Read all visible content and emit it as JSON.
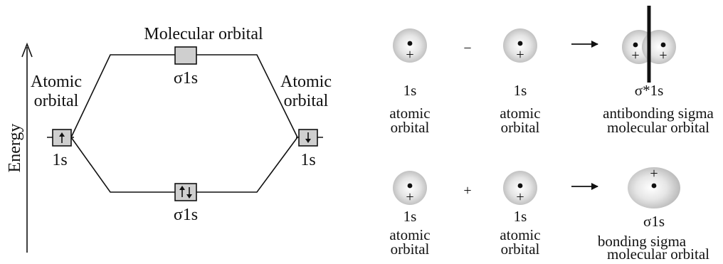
{
  "energy_diagram": {
    "axis_label": "Energy",
    "title": "Molecular orbital",
    "left_label_line1": "Atomic",
    "left_label_line2": "orbital",
    "right_label_line1": "Atomic",
    "right_label_line2": "orbital",
    "antibonding_label": "σ1s",
    "bonding_label": "σ1s",
    "left_ao_label": "1s",
    "right_ao_label": "1s"
  },
  "formation": {
    "antibonding_row": {
      "operator": "−",
      "left_orbital": {
        "name": "1s",
        "line1": "atomic",
        "line2": "orbital",
        "charge": "+"
      },
      "right_orbital": {
        "name": "1s",
        "line1": "atomic",
        "line2": "orbital",
        "charge": "+"
      },
      "result": {
        "name": "σ*1s",
        "line1": "antibonding sigma",
        "line2": "molecular orbital",
        "charge": "+"
      }
    },
    "bonding_row": {
      "operator": "+",
      "left_orbital": {
        "name": "1s",
        "line1": "atomic",
        "line2": "orbital",
        "charge": "+"
      },
      "right_orbital": {
        "name": "1s",
        "line1": "atomic",
        "line2": "orbital",
        "charge": "+"
      },
      "result": {
        "name": "σ1s",
        "line1": "bonding sigma",
        "line2": "molecular orbital",
        "charge": "+"
      }
    }
  }
}
